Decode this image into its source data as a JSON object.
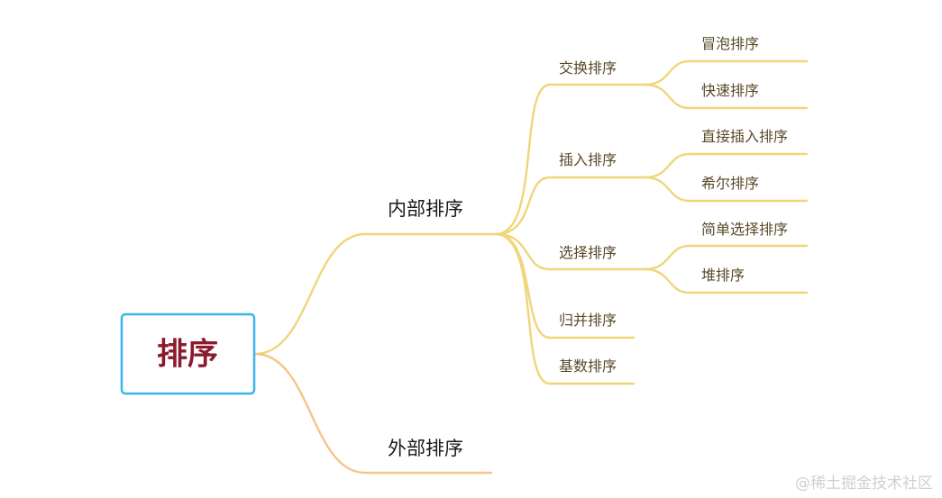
{
  "root": {
    "label": "排序"
  },
  "branches": [
    {
      "label": "内部排序",
      "children": [
        {
          "label": "交换排序",
          "children": [
            {
              "label": "冒泡排序"
            },
            {
              "label": "快速排序"
            }
          ]
        },
        {
          "label": "插入排序",
          "children": [
            {
              "label": "直接插入排序"
            },
            {
              "label": "希尔排序"
            }
          ]
        },
        {
          "label": "选择排序",
          "children": [
            {
              "label": "简单选择排序"
            },
            {
              "label": "堆排序"
            }
          ]
        },
        {
          "label": "归并排序",
          "children": []
        },
        {
          "label": "基数排序",
          "children": []
        }
      ]
    },
    {
      "label": "外部排序",
      "children": []
    }
  ],
  "watermark": "@稀土掘金技术社区",
  "colors": {
    "root_border": "#3bb4e8",
    "root_text": "#8b1a2e",
    "branch_yellow": "#f0d57a",
    "branch_orange": "#f7c48a"
  }
}
